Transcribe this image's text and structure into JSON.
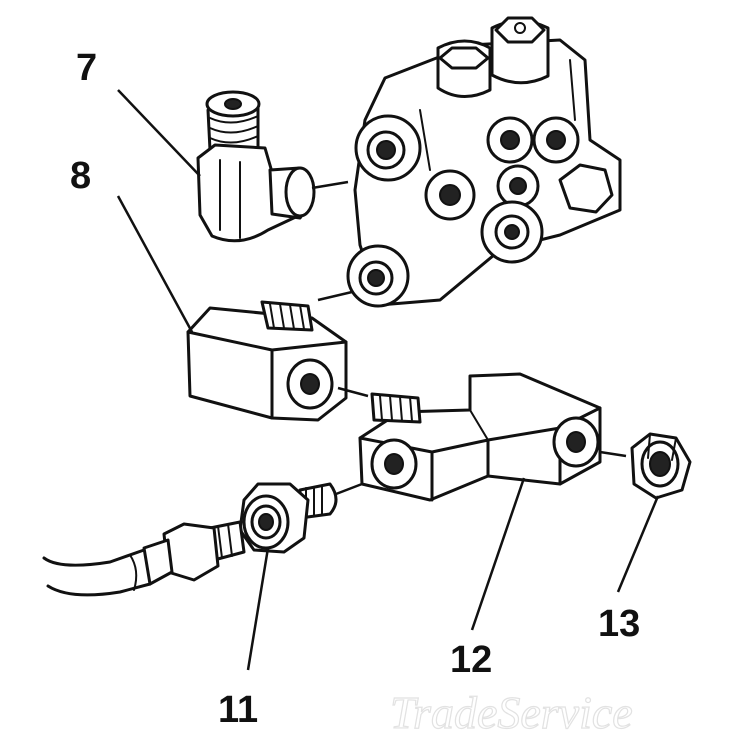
{
  "callouts": {
    "c7": "7",
    "c8": "8",
    "c11": "11",
    "c12": "12",
    "c13": "13"
  },
  "watermark": "TradeService"
}
